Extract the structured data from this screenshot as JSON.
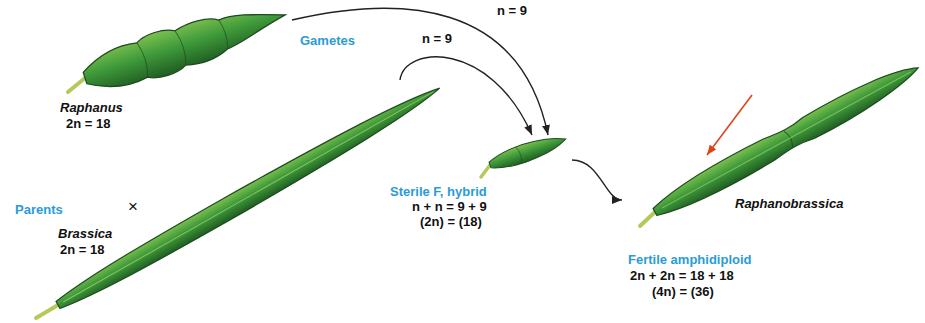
{
  "diagram": {
    "nodes": [
      {
        "text": [
          "Raphanus",
          "2n = 18"
        ]
      },
      {
        "text": [
          "Brassica",
          "2n = 18"
        ]
      },
      {
        "text": [
          "Sterile F, hybrid",
          "n + n = 9 + 9",
          "(2n) = (18)"
        ]
      },
      {
        "text": [
          "Raphanobrassica",
          "Fertile amphidiploid",
          "2n + 2n = 18 + 18",
          "(4n) = (36)"
        ]
      }
    ],
    "edges": [
      {
        "from": 0,
        "to": 2,
        "arrow": "to",
        "label": "n = 9"
      },
      {
        "from": 1,
        "to": 2,
        "arrow": "to",
        "label": "n = 9"
      },
      {
        "from": 2,
        "to": 3,
        "arrow": "to"
      }
    ],
    "labels": [
      "Gametes",
      "Parents",
      "×"
    ]
  }
}
